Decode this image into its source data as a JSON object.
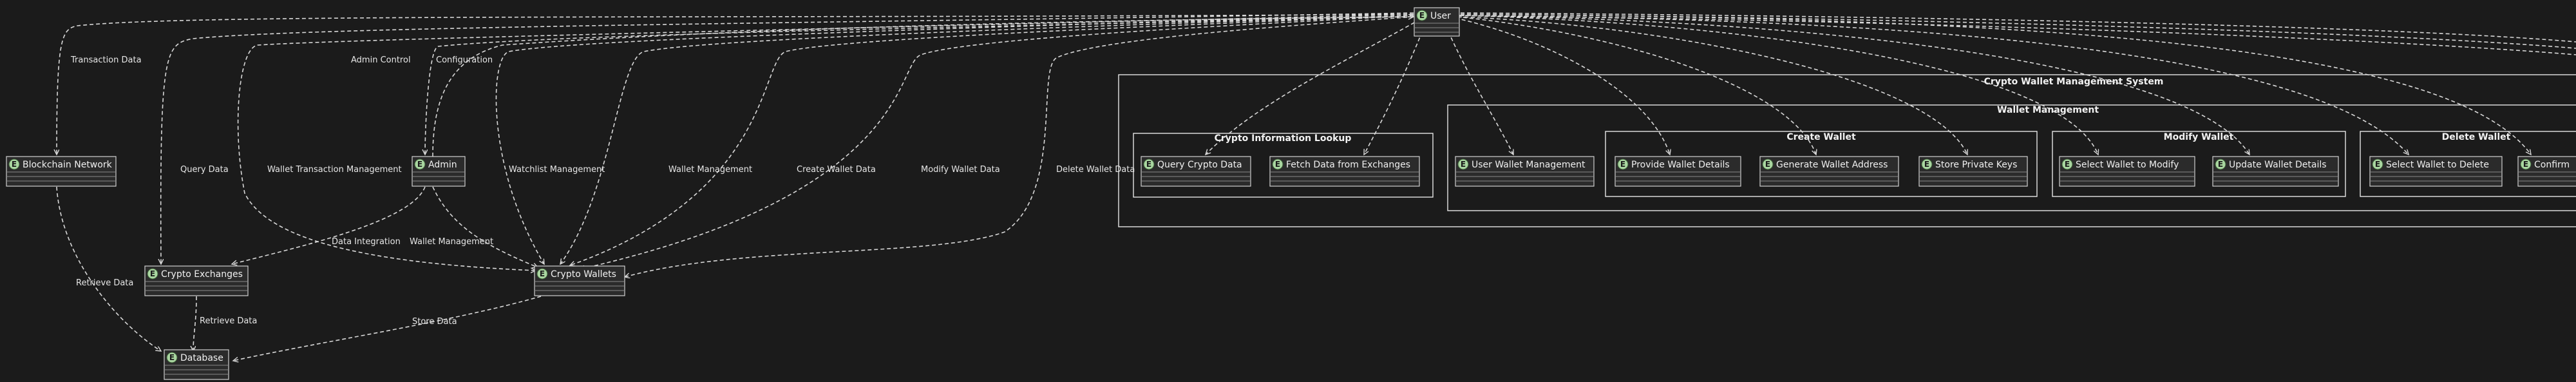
{
  "diagram": {
    "entity_glyph": "E",
    "packages": {
      "system": "Crypto Wallet Management System",
      "crypto_info": "Crypto Information Lookup",
      "wallet_mgmt": "Wallet Management",
      "create_wallet": "Create Wallet",
      "modify_wallet": "Modify Wallet",
      "delete_wallet": "Delete Wallet"
    },
    "nodes": {
      "user": "User",
      "blockchain": "Blockchain Network",
      "admin": "Admin",
      "exchanges": "Crypto Exchanges",
      "wallets": "Crypto Wallets",
      "database": "Database",
      "query_crypto": "Query Crypto Data",
      "fetch_exchanges": "Fetch Data from Exchanges",
      "user_wallet_mgmt": "User Wallet Management",
      "provide_details": "Provide Wallet Details",
      "generate_address": "Generate Wallet Address",
      "store_keys": "Store Private Keys",
      "select_modify": "Select Wallet to Modify",
      "update_details": "Update Wallet Details",
      "select_delete": "Select Wallet to Delete",
      "confirm_partial": "Confirm"
    },
    "edge_labels": {
      "transaction_data": "Transaction Data",
      "admin_control": "Admin Control",
      "configuration": "Configuration",
      "query_data": "Query Data",
      "wallet_tx_mgmt": "Wallet Transaction Management",
      "watchlist_mgmt": "Watchlist Management",
      "wallet_mgmt": "Wallet Management",
      "create_wallet_data": "Create Wallet Data",
      "modify_wallet_data": "Modify Wallet Data",
      "delete_wallet_data": "Delete Wallet Data",
      "data_integration": "Data Integration",
      "admin_wallet_mgmt": "Wallet Management",
      "retrieve_data_bc": "Retrieve Data",
      "retrieve_data_ex": "Retrieve Data",
      "store_data": "Store Data"
    }
  }
}
